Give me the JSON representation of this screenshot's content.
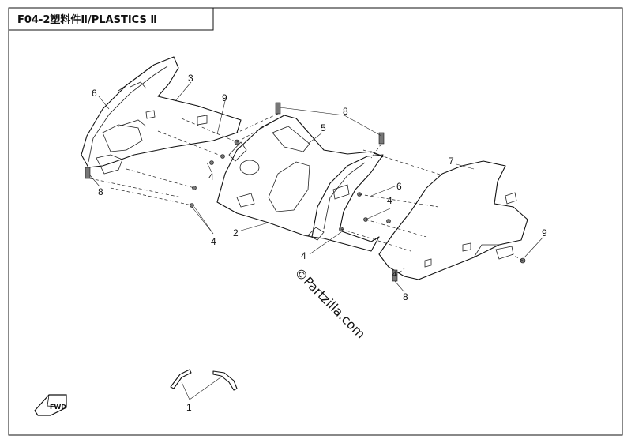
{
  "header": {
    "title": "F04-2塑料件Ⅱ/PLASTICS Ⅱ"
  },
  "callouts": {
    "c1": "1",
    "c2": "2",
    "c3": "3",
    "c4a": "4",
    "c4b": "4",
    "c4c": "4",
    "c4d": "4",
    "c4e": "4",
    "c5": "5",
    "c6a": "6",
    "c6b": "6",
    "c7": "7",
    "c8a": "8",
    "c8b": "8",
    "c8c": "8",
    "c9a": "9",
    "c9b": "9"
  },
  "watermark": {
    "text": "©Partzilla.com"
  },
  "fwd_badge": {
    "text": "FWD"
  },
  "icons": {
    "direction": "fwd-arrow-icon"
  }
}
